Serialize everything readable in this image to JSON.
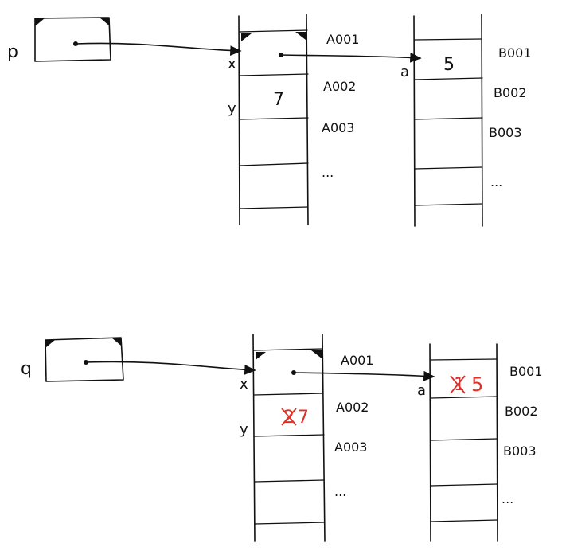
{
  "colors": {
    "ink": "#111111",
    "correction": "#e0302a"
  },
  "top": {
    "pointer_label": "p",
    "var_x": "x",
    "var_y": "y",
    "var_a": "a",
    "memA": {
      "addr1": "A001",
      "addr2": "A002",
      "addr3": "A003",
      "addr_more": "...",
      "y_value": "7"
    },
    "memB": {
      "addr1": "B001",
      "addr2": "B002",
      "addr3": "B003",
      "addr_more": "...",
      "a_value": "5"
    }
  },
  "bottom": {
    "pointer_label": "q",
    "var_x": "x",
    "var_y": "y",
    "var_a": "a",
    "memA": {
      "addr1": "A001",
      "addr2": "A002",
      "addr3": "A003",
      "addr_more": "...",
      "y_old": "2",
      "y_new": "7"
    },
    "memB": {
      "addr1": "B001",
      "addr2": "B002",
      "addr3": "B003",
      "addr_more": "...",
      "a_old": "1",
      "a_new": "5"
    }
  }
}
